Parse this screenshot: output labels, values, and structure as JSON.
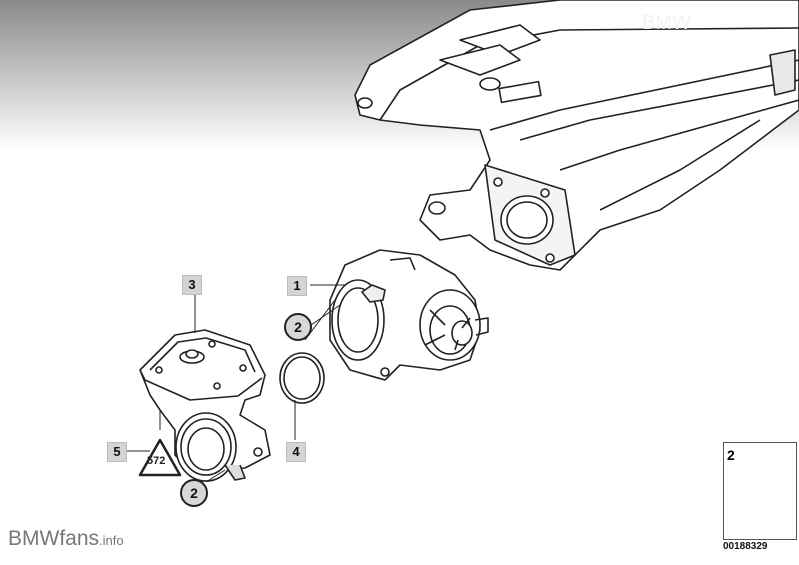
{
  "watermark_top": "BMW",
  "watermark_bottom": {
    "main": "BMWfans",
    "suffix": ".info"
  },
  "callouts": {
    "c1": "1",
    "c2a": "2",
    "c3": "3",
    "c4": "4",
    "c5": "5",
    "c2b": "2"
  },
  "triangle_label": "572",
  "legend_box": {
    "number": "2"
  },
  "part_number": "00188329"
}
